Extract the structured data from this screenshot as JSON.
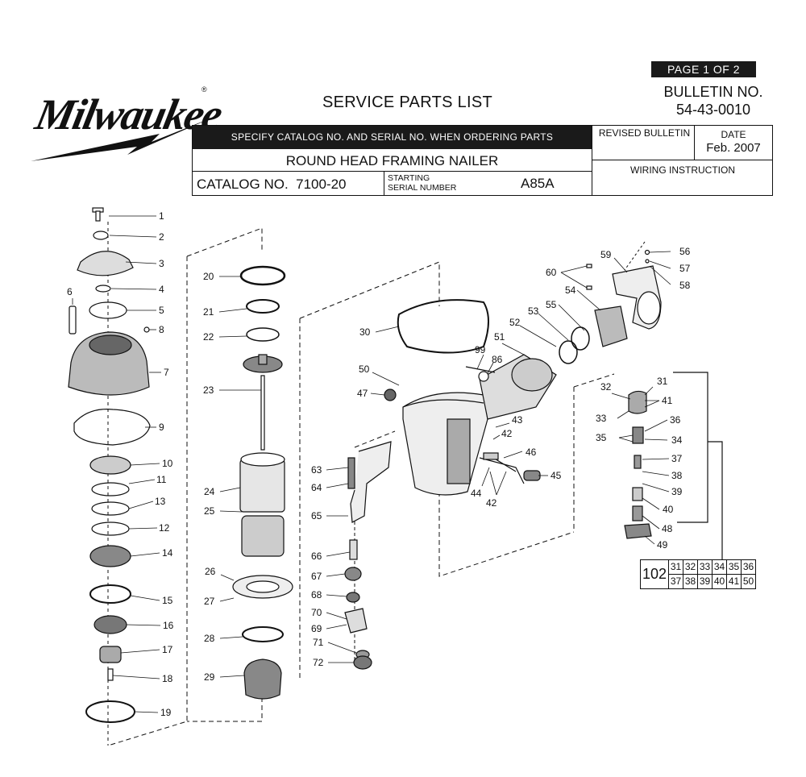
{
  "brand": "Milwaukee",
  "page_label": "PAGE 1 OF 2",
  "bulletin_label": "BULLETIN NO.",
  "bulletin_number": "54-43-0010",
  "service_title": "SERVICE PARTS LIST",
  "header": {
    "specify_note": "SPECIFY CATALOG NO. AND SERIAL NO. WHEN ORDERING PARTS",
    "product_name": "ROUND HEAD FRAMING NAILER",
    "catalog_label": "CATALOG NO.",
    "catalog_number": "7100-20",
    "starting_label": "STARTING",
    "serial_label": "SERIAL NUMBER",
    "serial_value": "A85A",
    "revised_label": "REVISED BULLETIN",
    "date_label": "DATE",
    "date_value": "Feb. 2007",
    "wiring_label": "WIRING INSTRUCTION"
  },
  "part_numbers": {
    "p1": "1",
    "p2": "2",
    "p3": "3",
    "p4": "4",
    "p5": "5",
    "p6": "6",
    "p7": "7",
    "p8": "8",
    "p9": "9",
    "p10": "10",
    "p11": "11",
    "p12": "12",
    "p13": "13",
    "p14": "14",
    "p15": "15",
    "p16": "16",
    "p17": "17",
    "p18": "18",
    "p19": "19",
    "p20": "20",
    "p21": "21",
    "p22": "22",
    "p23": "23",
    "p24": "24",
    "p25": "25",
    "p26": "26",
    "p27": "27",
    "p28": "28",
    "p29": "29",
    "p30": "30",
    "p31": "31",
    "p32": "32",
    "p33": "33",
    "p34": "34",
    "p35": "35",
    "p36": "36",
    "p37": "37",
    "p38": "38",
    "p39": "39",
    "p40": "40",
    "p41": "41",
    "p42": "42",
    "p42b": "42",
    "p43": "43",
    "p44": "44",
    "p45": "45",
    "p46": "46",
    "p47": "47",
    "p48": "48",
    "p49": "49",
    "p50": "50",
    "p51": "51",
    "p52": "52",
    "p53": "53",
    "p54": "54",
    "p55": "55",
    "p56": "56",
    "p57": "57",
    "p58": "58",
    "p59": "59",
    "p60": "60",
    "p63": "63",
    "p64": "64",
    "p65": "65",
    "p66": "66",
    "p67": "67",
    "p68": "68",
    "p69": "69",
    "p70": "70",
    "p71": "71",
    "p72": "72",
    "p86": "86",
    "p99": "99"
  },
  "kit": {
    "number": "102",
    "row1": [
      "31",
      "32",
      "33",
      "34",
      "35",
      "36"
    ],
    "row2": [
      "37",
      "38",
      "39",
      "40",
      "41",
      "50"
    ]
  }
}
